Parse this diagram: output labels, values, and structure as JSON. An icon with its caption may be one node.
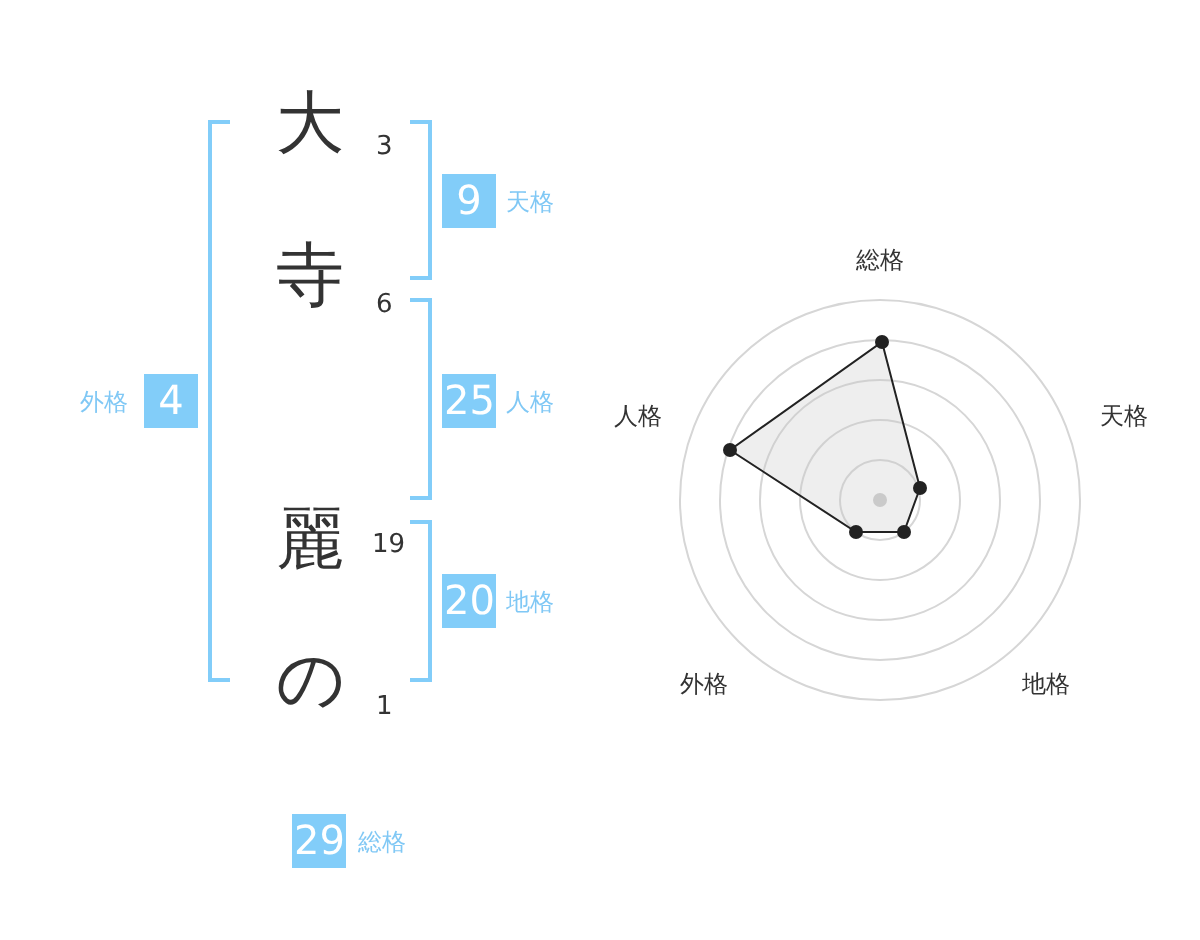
{
  "diagram": {
    "nodes": [
      {
        "text": [
          "9"
        ],
        "beside": [
          "天格"
        ]
      },
      {
        "text": [
          "4"
        ],
        "beside": [
          "外格"
        ]
      },
      {
        "text": [
          "25"
        ],
        "beside": [
          "人格"
        ]
      },
      {
        "text": [
          "20"
        ],
        "beside": [
          "地格"
        ]
      },
      {
        "text": [
          "29"
        ],
        "beside": [
          "総格"
        ]
      }
    ],
    "labels": [
      "大",
      "3",
      "寺",
      "6",
      "麗",
      "19",
      "の",
      "1",
      "総格",
      "人格",
      "天格",
      "外格",
      "地格"
    ]
  }
}
